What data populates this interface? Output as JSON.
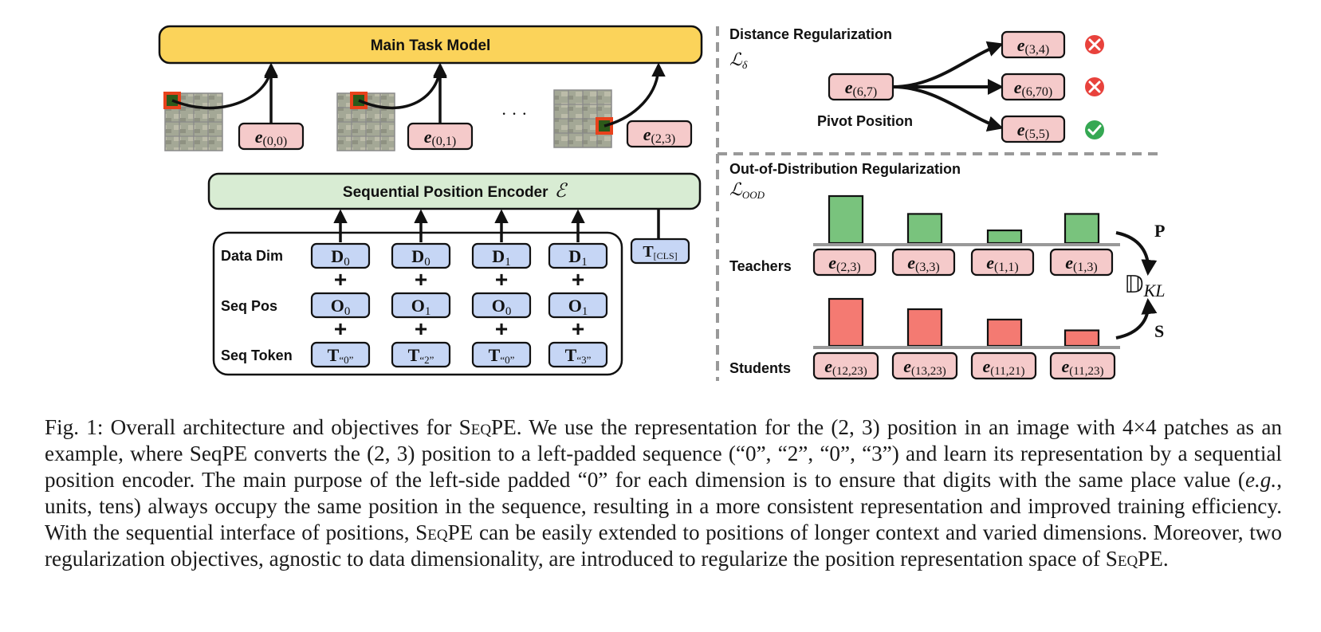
{
  "diagram": {
    "main_task_model": "Main Task Model",
    "encoder": {
      "label": "Sequential Position Encoder",
      "symbol": "ℰ"
    },
    "ellipsis": "· · ·",
    "patch_embeddings": [
      {
        "base": "e",
        "sub": "(0,0)"
      },
      {
        "base": "e",
        "sub": "(0,1)"
      },
      {
        "base": "e",
        "sub": "(2,3)"
      }
    ],
    "cls_token": {
      "base": "T",
      "sub": "[CLS]"
    },
    "row_labels": [
      "Data Dim",
      "Seq Pos",
      "Seq Token"
    ],
    "plus": "+",
    "columns": [
      {
        "dim": {
          "base": "D",
          "sub": "0"
        },
        "pos": {
          "base": "O",
          "sub": "0"
        },
        "tok": {
          "base": "T",
          "sub": "“0”"
        }
      },
      {
        "dim": {
          "base": "D",
          "sub": "0"
        },
        "pos": {
          "base": "O",
          "sub": "1"
        },
        "tok": {
          "base": "T",
          "sub": "“2”"
        }
      },
      {
        "dim": {
          "base": "D",
          "sub": "1"
        },
        "pos": {
          "base": "O",
          "sub": "0"
        },
        "tok": {
          "base": "T",
          "sub": "“0”"
        }
      },
      {
        "dim": {
          "base": "D",
          "sub": "1"
        },
        "pos": {
          "base": "O",
          "sub": "1"
        },
        "tok": {
          "base": "T",
          "sub": "“3”"
        }
      }
    ],
    "distance": {
      "title": "Distance Regularization",
      "loss": {
        "base": "ℒ",
        "sub": "δ"
      },
      "pivot": {
        "base": "e",
        "sub": "(6,7)"
      },
      "pivot_label": "Pivot Position",
      "targets": [
        {
          "base": "e",
          "sub": "(3,4)",
          "status": "wrong"
        },
        {
          "base": "e",
          "sub": "(6,70)",
          "status": "wrong"
        },
        {
          "base": "e",
          "sub": "(5,5)",
          "status": "correct"
        }
      ]
    },
    "ood": {
      "title": "Out-of-Distribution Regularization",
      "loss": {
        "base": "ℒ",
        "sub": "OOD"
      },
      "teachers_label": "Teachers",
      "students_label": "Students",
      "teacher_bars": [
        1.0,
        0.62,
        0.27,
        0.62
      ],
      "student_bars": [
        1.0,
        0.78,
        0.56,
        0.33
      ],
      "teachers": [
        {
          "base": "e",
          "sub": "(2,3)"
        },
        {
          "base": "e",
          "sub": "(3,3)"
        },
        {
          "base": "e",
          "sub": "(1,1)"
        },
        {
          "base": "e",
          "sub": "(1,3)"
        }
      ],
      "students": [
        {
          "base": "e",
          "sub": "(12,23)"
        },
        {
          "base": "e",
          "sub": "(13,23)"
        },
        {
          "base": "e",
          "sub": "(11,21)"
        },
        {
          "base": "e",
          "sub": "(11,23)"
        }
      ],
      "p_label": "P",
      "s_label": "S",
      "kl": {
        "base": "𝔻",
        "sub": "KL"
      }
    },
    "colors": {
      "main_task": "#fbd35a",
      "encoder": "#d8ecd3",
      "pink_box": "#f5caca",
      "blue_box": "#c6d6f5",
      "teacher_bar": "#79c37d",
      "student_bar": "#f47a72",
      "wrong": "#e8423c",
      "correct": "#35a853",
      "dashed": "#999999",
      "patch_highlight": "#e8421c"
    }
  },
  "caption": {
    "p1": "Fig. 1: Overall architecture and objectives for ",
    "name1": "SeqPE",
    "p2": ". We use the representation for the (2, 3) position in an image with 4×4 patches as an example, where SeqPE converts the (2, 3) position to a left-padded sequence (“0”, “2”, “0”, “3”) and learn its representation by a sequential position encoder. The main purpose of the left-side padded “0” for each dimension is to ensure that digits with the same place value (",
    "eg": "e.g.",
    "p3": ", units, tens) always occupy the same position in the sequence, resulting in a more consistent representation and improved training efficiency. With the sequential interface of positions, ",
    "name2": "SeqPE",
    "p4": " can be easily extended to positions of longer context and varied dimensions. Moreover, two regularization objectives, agnostic to data dimensionality, are introduced to regularize the position representation space of ",
    "name3": "SeqPE",
    "p5": "."
  }
}
